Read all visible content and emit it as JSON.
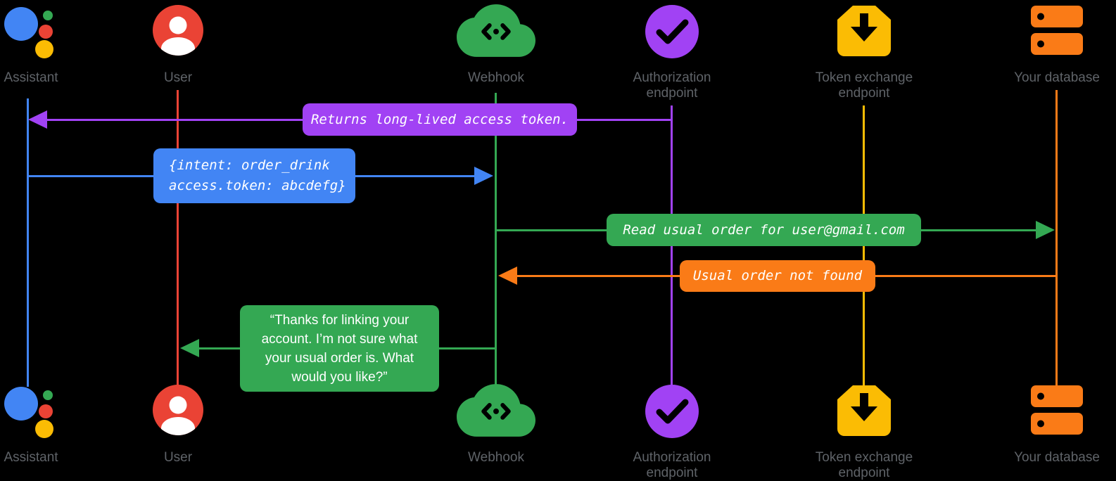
{
  "colors": {
    "background": "#000000",
    "blue": "#4285F4",
    "red": "#EA4335",
    "green": "#34A853",
    "purple": "#A142F4",
    "yellow": "#FBBC04",
    "orange": "#FA7B17",
    "actor_label_gray": "#5F6368",
    "message_text": "#FFFFFF"
  },
  "actors": [
    {
      "id": "assistant",
      "label": "Assistant",
      "icon": "google-assistant-icon",
      "color": "#4285F4"
    },
    {
      "id": "user",
      "label": "User",
      "icon": "person-icon",
      "color": "#EA4335"
    },
    {
      "id": "webhook",
      "label": "Webhook",
      "icon": "cloud-code-icon",
      "color": "#34A853"
    },
    {
      "id": "authorization_endpoint",
      "label": "Authorization endpoint",
      "icon": "check-circle-icon",
      "color": "#A142F4"
    },
    {
      "id": "token_exchange_endpoint",
      "label": "Token exchange endpoint",
      "icon": "box-download-icon",
      "color": "#FBBC04"
    },
    {
      "id": "your_database",
      "label": "Your database",
      "icon": "database-icon",
      "color": "#FA7B17"
    }
  ],
  "messages": [
    {
      "from": "authorization_endpoint",
      "to": "assistant",
      "color": "#A142F4",
      "style": "code",
      "lines": [
        "Returns long-lived access token."
      ]
    },
    {
      "from": "assistant",
      "to": "webhook",
      "color": "#4285F4",
      "style": "code",
      "lines": [
        "{intent: order_drink",
        "access.token: abcdefg}"
      ]
    },
    {
      "from": "webhook",
      "to": "your_database",
      "color": "#34A853",
      "style": "code",
      "lines": [
        "Read usual order for user@gmail.com"
      ]
    },
    {
      "from": "your_database",
      "to": "webhook",
      "color": "#FA7B17",
      "style": "code",
      "lines": [
        "Usual order not found"
      ]
    },
    {
      "from": "webhook",
      "to": "user",
      "color": "#34A853",
      "style": "speech",
      "lines": [
        "“Thanks for linking your",
        "account. I’m not sure what",
        "your usual order is. What",
        "would you like?”"
      ]
    }
  ]
}
